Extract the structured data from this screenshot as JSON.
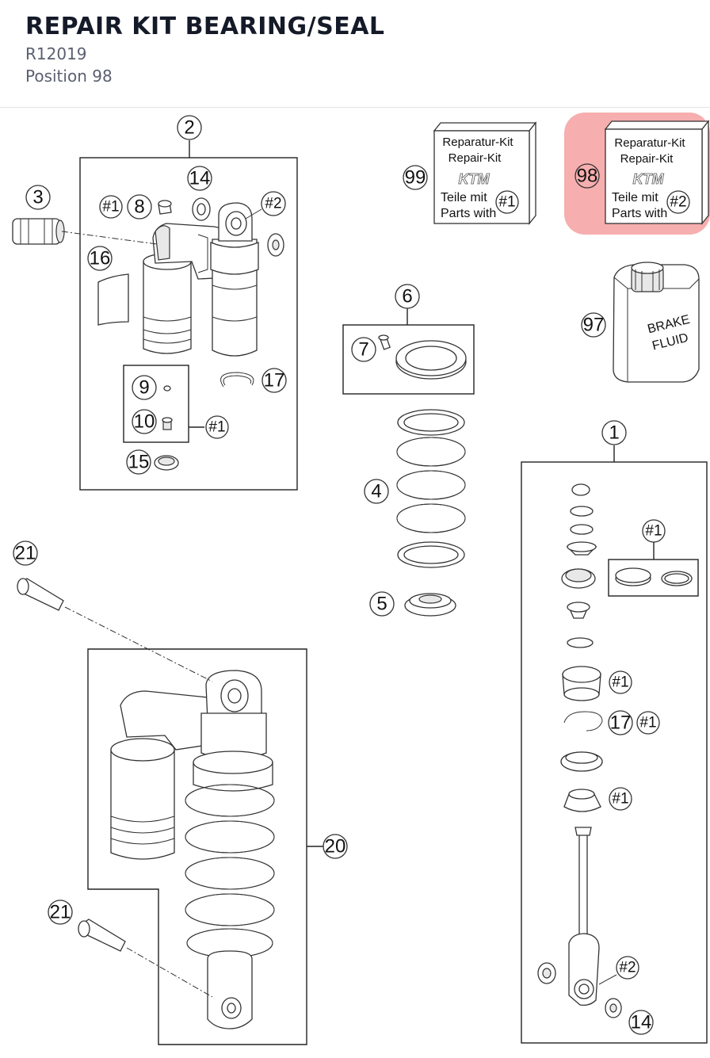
{
  "header": {
    "title": "REPAIR KIT BEARING/SEAL",
    "part_number": "R12019",
    "position": "Position 98"
  },
  "highlight": {
    "position": "98",
    "color": "#f6a0a0"
  },
  "kits": [
    {
      "id": "99",
      "line1": "Reparatur-Kit",
      "line2": "Repair-Kit",
      "logo": "KTM",
      "line3": "Teile mit",
      "line4": "Parts with",
      "ref": "#1"
    },
    {
      "id": "98",
      "line1": "Reparatur-Kit",
      "line2": "Repair-Kit",
      "logo": "KTM",
      "line3": "Teile mit",
      "line4": "Parts with",
      "ref": "#2"
    }
  ],
  "brake_fluid": {
    "id": "97",
    "line1": "BRAKE",
    "line2": "FLUID"
  },
  "callouts": {
    "c1": "1",
    "c2": "2",
    "c3": "3",
    "c4": "4",
    "c5": "5",
    "c6": "6",
    "c7": "7",
    "c8": "8",
    "c9": "9",
    "c10": "10",
    "c14a": "14",
    "c14b": "14",
    "c15": "15",
    "c16": "16",
    "c17a": "17",
    "c17b": "17",
    "c20": "20",
    "c21a": "21",
    "c21b": "21",
    "h1a": "#1",
    "h1b": "#1",
    "h2a": "#2",
    "h1c": "#1",
    "h1d": "#1",
    "h1e": "#1",
    "h1f": "#1",
    "h2b": "#2"
  }
}
